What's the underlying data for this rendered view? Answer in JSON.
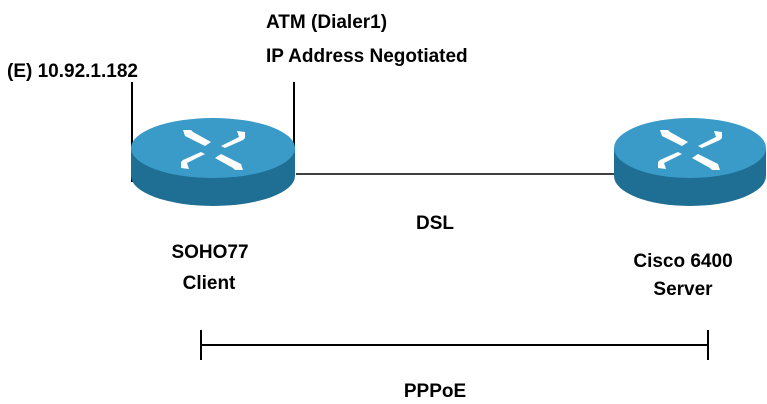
{
  "colors": {
    "router_top": "#3a9bc9",
    "router_side": "#1f6f94",
    "router_arrows": "#ffffff",
    "lines": "#000000"
  },
  "labels": {
    "ethernet_ip": "(E) 10.92.1.182",
    "atm_line1": "ATM (Dialer1)",
    "atm_line2": "IP Address Negotiated",
    "dsl": "DSL",
    "client_line1": "SOHO77",
    "client_line2": "Client",
    "server_line1": "Cisco 6400",
    "server_line2": "Server",
    "pppoe": "PPPoE"
  },
  "nodes": [
    {
      "id": "client",
      "icon": "router-icon"
    },
    {
      "id": "server",
      "icon": "router-icon"
    }
  ]
}
